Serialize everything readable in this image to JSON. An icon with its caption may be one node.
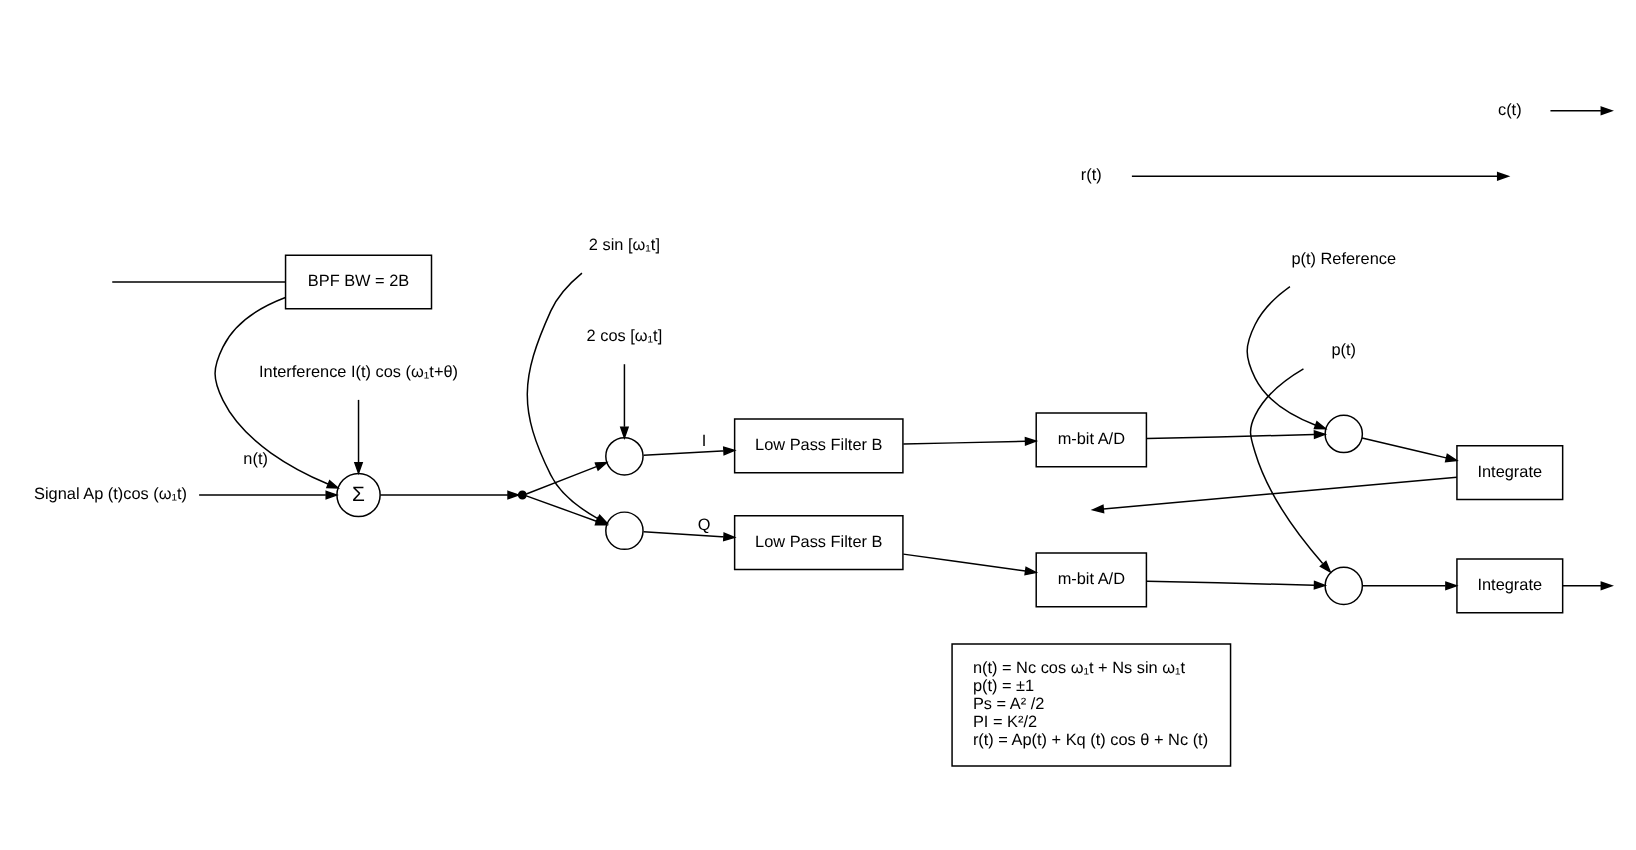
{
  "diagram": {
    "nodes": [
      {
        "text": [
          "n(t) = Nc cos ω₁t + Ns sin ω₁t",
          "p(t) = ±1",
          "Ps = A² /2",
          "PI = K²/2",
          "r(t) = Ap(t) + Kq (t) cos θ + Nc (t)"
        ]
      },
      {
        "text": [
          "BPF BW = 2B"
        ]
      },
      {
        "text": [
          "Signal Ap (t)cos (ω₁t)"
        ]
      },
      {
        "text": [
          "Σ"
        ]
      },
      {
        "text": [
          "Interference I(t) cos (ω₁t+θ)"
        ]
      },
      {
        "text": [],
        "shape": "dot"
      },
      {
        "text": [],
        "shape": "circle"
      },
      {
        "text": [
          "2 sin [ω₁t]"
        ]
      },
      {
        "text": [],
        "shape": "circle"
      },
      {
        "text": [
          "2 cos [ω₁t]"
        ]
      },
      {
        "text": [
          "Low Pass Filter B"
        ]
      },
      {
        "text": [
          "Low Pass Filter B"
        ]
      },
      {
        "text": [
          "m-bit A/D"
        ]
      },
      {
        "text": [
          "m-bit A/D"
        ]
      },
      {
        "text": [],
        "shape": "circle"
      },
      {
        "text": [
          "p(t)"
        ]
      },
      {
        "text": [],
        "shape": "circle"
      },
      {
        "text": [
          "p(t) Reference"
        ]
      },
      {
        "text": [
          "Integrate"
        ]
      },
      {
        "text": [
          "Integrate"
        ]
      },
      {
        "text": [
          "r(t)"
        ]
      },
      {
        "text": [
          "c(t)"
        ]
      }
    ],
    "edges": [
      {
        "from": null,
        "to": 1,
        "arrow": "none"
      },
      {
        "from": 1,
        "to": 3,
        "arrow": "to",
        "label": "n(t)"
      },
      {
        "from": 2,
        "to": 3,
        "arrow": "to"
      },
      {
        "from": 4,
        "to": 3,
        "arrow": "to"
      },
      {
        "from": 3,
        "to": 5,
        "arrow": "to"
      },
      {
        "from": 5,
        "to": 6,
        "arrow": "to"
      },
      {
        "from": 5,
        "to": 8,
        "arrow": "to"
      },
      {
        "from": 7,
        "to": 6,
        "arrow": "to"
      },
      {
        "from": 9,
        "to": 8,
        "arrow": "to"
      },
      {
        "from": 6,
        "to": 10,
        "arrow": "to",
        "label": "Q"
      },
      {
        "from": 8,
        "to": 11,
        "arrow": "to",
        "label": "I"
      },
      {
        "from": 10,
        "to": 12,
        "arrow": "to"
      },
      {
        "from": 11,
        "to": 13,
        "arrow": "to"
      },
      {
        "from": 12,
        "to": 14,
        "arrow": "to"
      },
      {
        "from": 13,
        "to": 16,
        "arrow": "to"
      },
      {
        "from": 15,
        "to": 14,
        "arrow": "to"
      },
      {
        "from": 17,
        "to": 16,
        "arrow": "to"
      },
      {
        "from": 14,
        "to": 18,
        "arrow": "to"
      },
      {
        "from": 16,
        "to": 19,
        "arrow": "to"
      },
      {
        "from": 18,
        "to": null,
        "arrow": "to"
      },
      {
        "from": 19,
        "to": null,
        "arrow": "to"
      },
      {
        "from": 20,
        "to": null,
        "arrow": "to"
      },
      {
        "from": 21,
        "to": null,
        "arrow": "to"
      }
    ]
  }
}
